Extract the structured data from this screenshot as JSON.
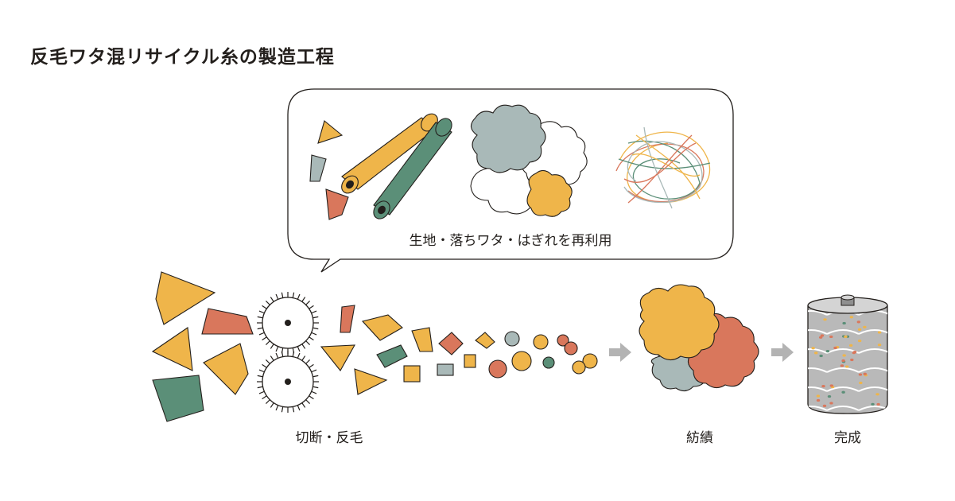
{
  "title": "反毛ワタ混リサイクル糸の製造工程",
  "bubble": {
    "caption": "生地・落ちワタ・はぎれを再利用"
  },
  "steps": [
    {
      "label": "切断・反毛"
    },
    {
      "label": "紡績"
    },
    {
      "label": "完成"
    }
  ],
  "colors": {
    "yellow": "#efb54a",
    "orange": "#d9775c",
    "green": "#5b8f78",
    "gray": "#a9b9b8",
    "arrow": "#b3b3b3",
    "outline": "#231f1c",
    "spool": "#b9b9b9"
  }
}
